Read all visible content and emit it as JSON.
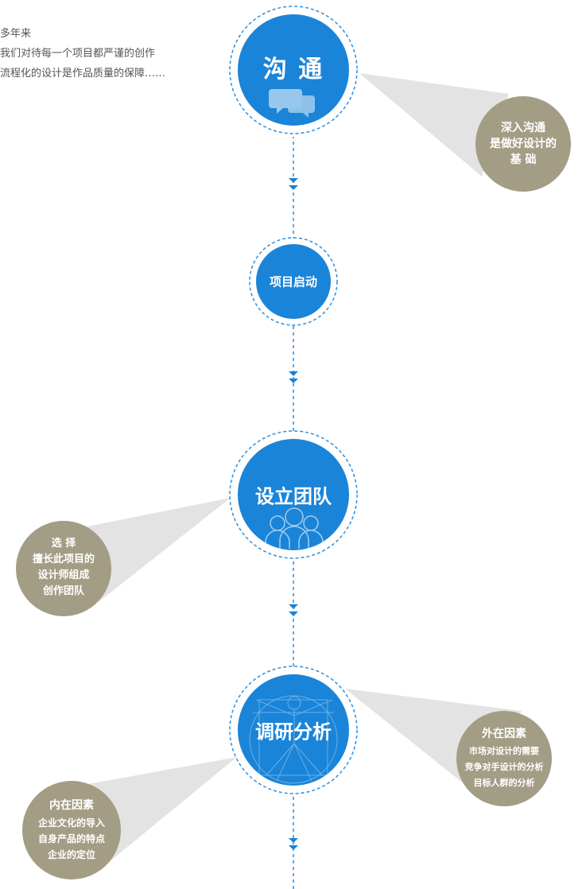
{
  "intro": {
    "lines": [
      "多年来",
      "我们对待每一个项目都严谨的创作",
      "流程化的设计是作品质量的保障……"
    ]
  },
  "nodes": {
    "communicate": {
      "label": "沟 通",
      "icon": "speech-bubbles-icon"
    },
    "kickoff": {
      "label": "项目启动"
    },
    "team": {
      "label": "设立团队",
      "icon": "team-people-icon"
    },
    "research": {
      "label": "调研分析",
      "icon": "vitruvian-man-icon"
    }
  },
  "bubbles": {
    "communicate": {
      "lines": [
        "深入沟通",
        "是做好设计的",
        "基 础"
      ]
    },
    "team": {
      "lines": [
        "选 择",
        "擅长此项目的",
        "设计师组成",
        "创作团队"
      ]
    },
    "external": {
      "title": "外在因素",
      "lines": [
        "市场对设计的需要",
        "竞争对手设计的分析",
        "目标人群的分析"
      ]
    },
    "internal": {
      "title": "内在因素",
      "lines": [
        "企业文化的导入",
        "自身产品的特点",
        "企业的定位"
      ]
    }
  },
  "colors": {
    "primary_blue": "#1a84d8",
    "ring_blue": "#2b8fe0",
    "bubble_khaki": "#a39d85",
    "beam_gray": "#e3e3e3",
    "intro_text": "#555555"
  }
}
